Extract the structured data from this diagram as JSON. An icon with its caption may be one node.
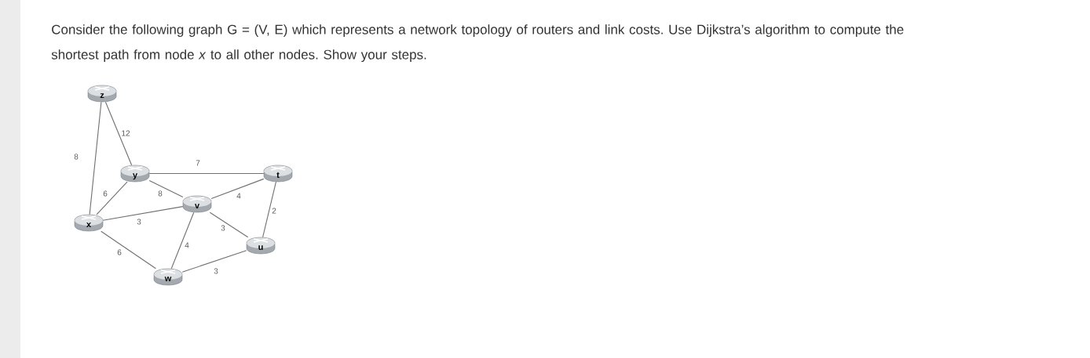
{
  "diagram": {
    "title": "Consider the following graph G = (V, E) which represents a network topology of routers and link costs. Use Dijkstra’s algorithm to compute the shortest path from node *x* to all other nodes. Show your steps.",
    "nodes": [
      {
        "text": [
          "z"
        ]
      },
      {
        "text": [
          "y"
        ]
      },
      {
        "text": [
          "t"
        ]
      },
      {
        "text": [
          "v"
        ]
      },
      {
        "text": [
          "x"
        ]
      },
      {
        "text": [
          "u"
        ]
      },
      {
        "text": [
          "w"
        ]
      }
    ],
    "edges": [
      {
        "from": 0,
        "to": 4,
        "arrow": "none",
        "label": "8"
      },
      {
        "from": 0,
        "to": 1,
        "arrow": "none",
        "label": "12"
      },
      {
        "from": 1,
        "to": 2,
        "arrow": "none",
        "label": "7"
      },
      {
        "from": 1,
        "to": 4,
        "arrow": "none",
        "label": "6"
      },
      {
        "from": 1,
        "to": 3,
        "arrow": "none",
        "label": "8"
      },
      {
        "from": 4,
        "to": 3,
        "arrow": "none",
        "label": "3"
      },
      {
        "from": 3,
        "to": 2,
        "arrow": "none",
        "label": "4"
      },
      {
        "from": 2,
        "to": 5,
        "arrow": "none",
        "label": "2"
      },
      {
        "from": 3,
        "to": 5,
        "arrow": "none",
        "label": "3"
      },
      {
        "from": 3,
        "to": 6,
        "arrow": "none",
        "label": "4"
      },
      {
        "from": 4,
        "to": 6,
        "arrow": "none",
        "label": "6"
      },
      {
        "from": 6,
        "to": 5,
        "arrow": "none",
        "label": "3"
      }
    ]
  }
}
